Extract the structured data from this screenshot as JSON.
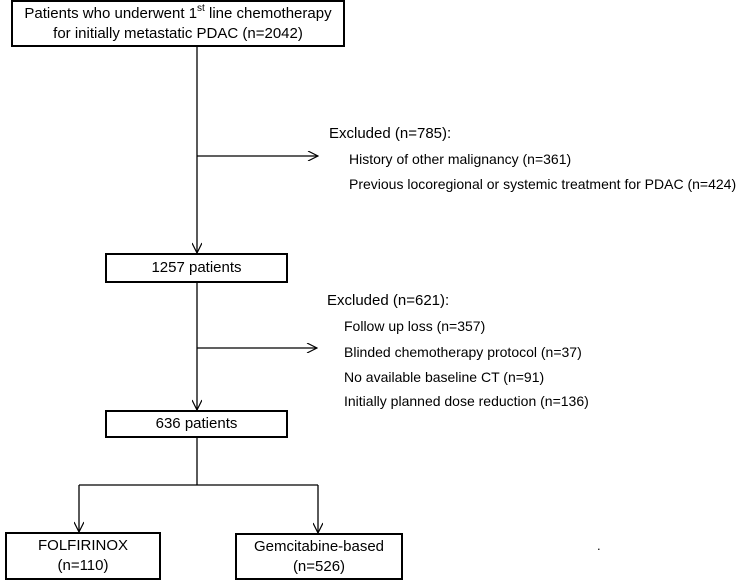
{
  "top_box": {
    "line1_a": "Patients who underwent 1",
    "line1_sup": "st",
    "line1_b": " line chemotherapy",
    "line2": "for initially metastatic PDAC (n=2042)"
  },
  "excluded1": {
    "title": "Excluded (n=785):",
    "items": [
      "History of other malignancy (n=361)",
      "Previous locoregional or systemic treatment for PDAC  (n=424)"
    ]
  },
  "mid_box1": {
    "label": "1257 patients"
  },
  "excluded2": {
    "title": "Excluded (n=621):",
    "items": [
      "Follow up loss (n=357)",
      "Blinded chemotherapy protocol (n=37)",
      "No available baseline CT (n=91)",
      "Initially planned dose reduction (n=136)"
    ]
  },
  "mid_box2": {
    "label": "636 patients"
  },
  "arm_left": {
    "line1": "FOLFIRINOX",
    "line2": "(n=110)"
  },
  "arm_right": {
    "line1": "Gemcitabine-based",
    "line2": "(n=526)"
  },
  "stray_mark": "."
}
